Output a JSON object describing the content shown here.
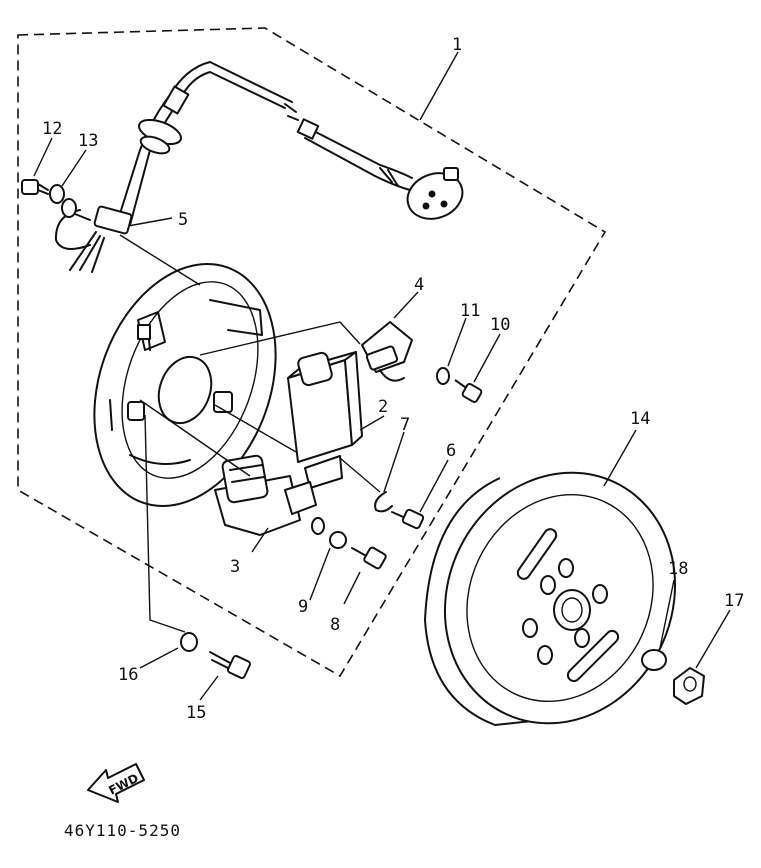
{
  "callouts": [
    {
      "id": "1",
      "text": "1"
    },
    {
      "id": "2",
      "text": "2"
    },
    {
      "id": "3",
      "text": "3"
    },
    {
      "id": "4",
      "text": "4"
    },
    {
      "id": "5",
      "text": "5"
    },
    {
      "id": "6",
      "text": "6"
    },
    {
      "id": "7",
      "text": "7"
    },
    {
      "id": "8",
      "text": "8"
    },
    {
      "id": "9",
      "text": "9"
    },
    {
      "id": "10",
      "text": "10"
    },
    {
      "id": "11",
      "text": "11"
    },
    {
      "id": "12",
      "text": "12"
    },
    {
      "id": "13",
      "text": "13"
    },
    {
      "id": "14",
      "text": "14"
    },
    {
      "id": "15",
      "text": "15"
    },
    {
      "id": "16",
      "text": "16"
    },
    {
      "id": "17",
      "text": "17"
    },
    {
      "id": "18",
      "text": "18"
    }
  ],
  "fwd_label": "FWD",
  "part_code": "46Y110-5250"
}
